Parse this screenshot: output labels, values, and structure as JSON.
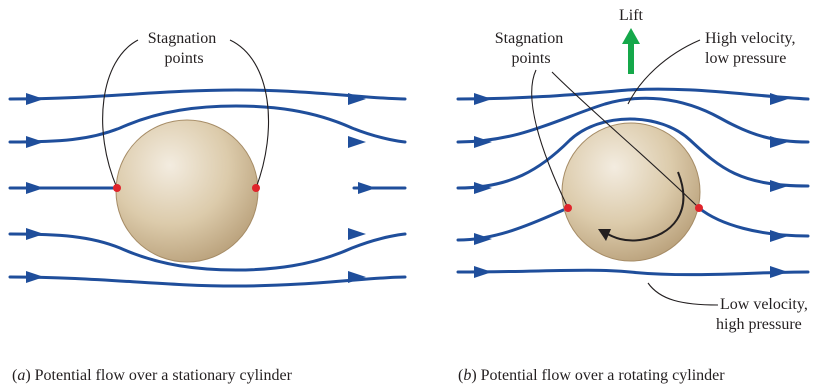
{
  "panel_a": {
    "callout": {
      "line1": "Stagnation",
      "line2": "points"
    },
    "caption": {
      "letter": "a",
      "text": " Potential flow over a stationary cylinder"
    }
  },
  "panel_b": {
    "lift": "Lift",
    "callout": {
      "line1": "Stagnation",
      "line2": "points"
    },
    "high": {
      "line1": "High velocity,",
      "line2": "low pressure"
    },
    "low": {
      "line1": "Low velocity,",
      "line2": "high pressure"
    },
    "caption": {
      "letter": "b",
      "text": " Potential flow over a rotating cylinder"
    }
  },
  "colors": {
    "streamline": "#1f4e9b",
    "stagnation_point": "#e0242b",
    "lift_arrow": "#15a84a",
    "cylinder": "#d8c7a6",
    "rotation_arrow": "#231f20"
  }
}
